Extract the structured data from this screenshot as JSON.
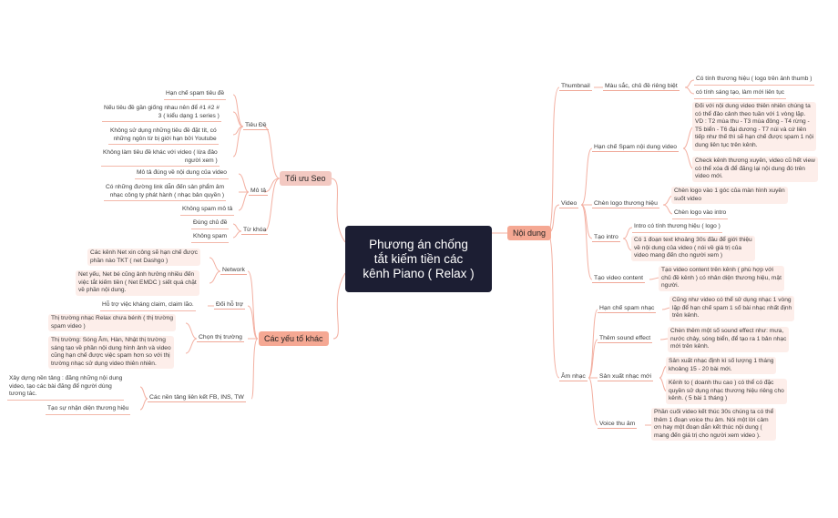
{
  "central": "Phương án chống\ntắt kiếm tiền các\nkênh Piano ( Relax )",
  "right": {
    "label": "Nội dung",
    "thumbnail": {
      "label": "Thumbnail",
      "sub": "Màu sắc, chủ đề riêng biệt",
      "leaves": [
        "Có tính thương hiệu ( logo trên ảnh thumb )",
        "có tính sáng tạo, làm mới liên tục"
      ]
    },
    "video": {
      "label": "Video",
      "spam": {
        "label": "Hạn chế Spam nội dung video",
        "leaves": [
          "Đối với nội dung video thiên nhiên chúng ta\ncó thể đảo cảnh theo tuần với 1 vòng lặp.\nVD : T2 mùa thu - T3 mùa đông - T4 rừng -\nT5 biển - T6 đại dương - T7 núi và cứ liên\ntiếp như thế thì sẽ hạn chế được spam 1 nội\ndung liên tục trên kênh.",
          "Check kênh thương xuyên, video cũ hết view\ncó thể xóa đi để đăng lại nội dung đó trên\nvideo mới."
        ]
      },
      "logo": {
        "label": "Chèn logo thương hiệu",
        "leaves": [
          "Chèn logo vào 1 góc của màn hình xuyên\nsuốt video",
          "Chèn logo vào intro"
        ]
      },
      "intro": {
        "label": "Tạo intro",
        "leaves": [
          "Intro có tính thương hiệu ( logo )",
          "Có 1 đoạn text khoảng 30s đầu để giới thiệu\nvề nội dung của video ( nói về giá trị của\nvideo mang đến cho người xem )"
        ]
      },
      "content": {
        "label": "Tạo video content",
        "leaves": [
          "Tạo video content trên kênh ( phù hợp với\nchủ đề kênh ) có nhân diện thương hiệu, mật\nngười."
        ]
      }
    },
    "music": {
      "label": "Âm nhạc",
      "spam": {
        "label": "Hạn chế spam nhạc",
        "leaves": [
          "Cũng như video có thể sử dụng nhạc 1 vòng\nlặp để hạn chế spam 1 số bài nhạc nhất định\ntrên kênh."
        ]
      },
      "effect": {
        "label": "Thêm sound effect",
        "leaves": [
          "Chèn thêm một số sound effect như: mưa,\nnước chảy, sóng biển, để tạo ra 1 bản nhạc\nmới trên kênh."
        ]
      },
      "produce": {
        "label": "Sản xuất nhạc mới",
        "leaves": [
          "Sản xuất nhạc định kì số lượng 1 tháng\nkhoảng 15 - 20 bài mới.",
          "Kênh to ( doanh thu cao ) có thể có đặc\nquyền sử dụng nhạc thương hiệu riêng cho\nkênh. ( 5 bài 1 tháng )"
        ]
      },
      "voice": {
        "label": "Voice thu âm",
        "leaves": [
          "Phần cuối video kết thúc 30s chúng ta có thể\nthêm 1 đoạn voice thu âm. Nói một lời cảm\nơn hay một đoạn dẫn kết thúc nội dung (\nmang đến giá trị cho người xem video )."
        ]
      }
    }
  },
  "left": {
    "seo": {
      "label": "Tối ưu Seo",
      "title": {
        "label": "Tiêu Đề",
        "leaves": [
          "Hạn chế spam tiêu đề",
          "Nếu tiêu đề gần giống nhau nên để #1 #2 #\n3 ( kiểu dạng 1 series )",
          "Không sử dụng những tiêu đề đặt tít, có\nnhững ngôn từ bị giới hạn bởi Youtube",
          "Không làm tiêu đề khác với video ( lừa đảo\nngười xem )"
        ]
      },
      "desc": {
        "label": "Mô tả",
        "leaves": [
          "Mô tả đúng về nội dung của video",
          "Có những đường link dẫn đến sản phẩm âm\nnhạc công ty phát hành ( nhạc bản quyền )",
          "Không spam mô tả"
        ]
      },
      "keyword": {
        "label": "Từ khóa",
        "leaves": [
          "Đúng chủ đề",
          "Không spam"
        ]
      }
    },
    "other": {
      "label": "Các yếu tố khác",
      "network": {
        "label": "Network",
        "leaves": [
          "Các kênh Net xin công sẽ hạn chế được\nphần nào TKT ( net Dashgo )",
          "Net yếu, Net bé cũng ảnh hưởng nhiều đến\nviệc tắt kiếm tiền ( Net EMDC ) siết quá chặt\nvề phần nội dung."
        ]
      },
      "support": {
        "label": "Đối hỗ trợ",
        "leaves": [
          "Hỗ trợ việc kháng claim, claim lão."
        ]
      },
      "market": {
        "label": "Chọn thị trường",
        "leaves": [
          "Thị trường nhạc Relax chưa bénh ( thị trường\nspam video )",
          "Thị trường: Sóng Âm, Hàn, Nhật thị trường\nsáng tạo về phần nội dung hình ảnh và video\ncũng hạn chế được việc spam hơn so với thị\ntrường nhạc sử dụng video thiên nhiên."
        ]
      },
      "platform": {
        "label": "Các nền tảng liên kết FB, INS, TW",
        "leaves": [
          "Xây dựng nền tảng : đăng những nội dung\nvideo, tạo các bài đăng để người dùng\ntương tác.",
          "Tạo sự nhận diện thương hiệu"
        ]
      }
    }
  }
}
